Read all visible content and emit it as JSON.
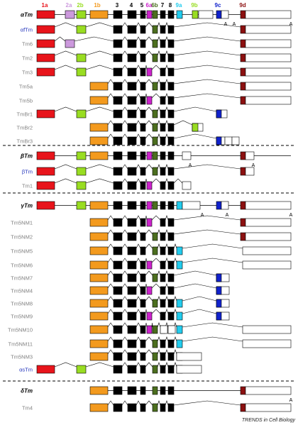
{
  "colors": {
    "red": "#e8141b",
    "lilac": "#cc99dd",
    "green": "#99dd22",
    "orange": "#f39a1e",
    "black": "#000000",
    "magenta": "#cc22cc",
    "darkgreen": "#4b6e1e",
    "cyan": "#22ccee",
    "blue": "#1122cc",
    "darkred": "#8c1010",
    "white": "#ffffff",
    "label_gray": "#808080",
    "label_blue": "#2233bb"
  },
  "exon_labels": [
    {
      "text": "1a",
      "color": "red"
    },
    {
      "text": "2a",
      "color": "lilac"
    },
    {
      "text": "2b",
      "color": "green"
    },
    {
      "text": "1b",
      "color": "orange"
    },
    {
      "text": "3",
      "color": "black"
    },
    {
      "text": "4",
      "color": "black"
    },
    {
      "text": "5",
      "color": "black"
    },
    {
      "text": "6a",
      "color": "magenta"
    },
    {
      "text": "6b",
      "color": "darkgreen"
    },
    {
      "text": "7",
      "color": "black"
    },
    {
      "text": "8",
      "color": "black"
    },
    {
      "text": "9a",
      "color": "cyan"
    },
    {
      "text": "9b",
      "color": "green"
    },
    {
      "text": "9c",
      "color": "blue"
    },
    {
      "text": "9d",
      "color": "darkred"
    }
  ],
  "genes": [
    {
      "name": "αTm",
      "isoforms": [
        "αfTm",
        "Tm6",
        "Tm2",
        "Tm3",
        "Tm5a",
        "Tm5b",
        "TmBr1",
        "TmBr2",
        "TmBr3"
      ]
    },
    {
      "name": "βTm",
      "isoforms": [
        "βTm",
        "Tm1"
      ]
    },
    {
      "name": "γTm",
      "isoforms": [
        "Tm5NM1",
        "Tm5NM2",
        "Tm5NM5",
        "Tm5NM6",
        "Tm5NM7",
        "Tm5NM4",
        "Tm5NM8",
        "Tm5NM9",
        "Tm5NM10",
        "Tm5NM11",
        "Tm5NM3",
        "αsTm"
      ]
    },
    {
      "name": "δTm",
      "isoforms": [
        "Tm4"
      ]
    }
  ],
  "polyA_label": "A",
  "credit": "TRENDS in Cell Biology"
}
